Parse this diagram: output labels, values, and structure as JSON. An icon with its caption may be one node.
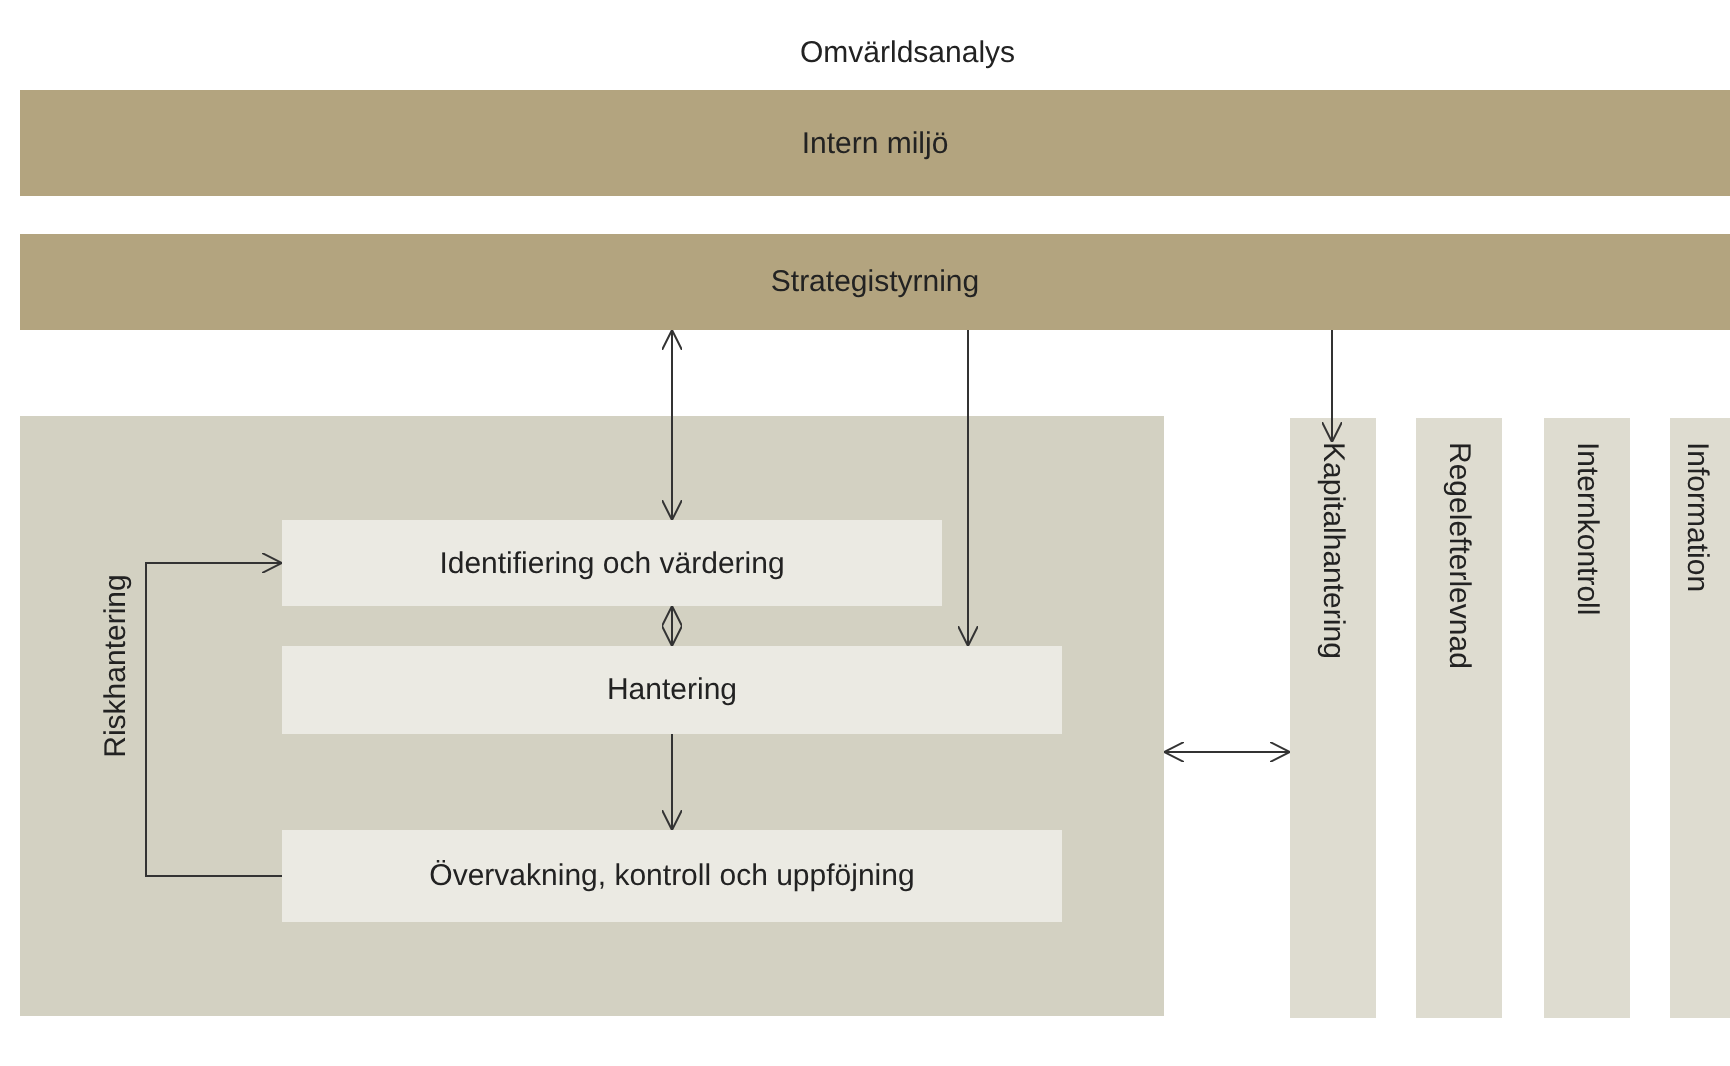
{
  "diagram": {
    "title": "Omvärldsanalys",
    "nodes": [
      {
        "text": [
          "Intern miljö"
        ]
      },
      {
        "text": [
          "Strategistyrning"
        ]
      },
      {
        "text": [
          "Riskhantering"
        ]
      },
      {
        "text": [
          "Identifiering och värdering"
        ],
        "in": 2
      },
      {
        "text": [
          "Hantering"
        ],
        "in": 2
      },
      {
        "text": [
          "Övervakning, kontroll och uppföjning"
        ],
        "in": 2
      },
      {
        "text": [
          "Kapitalhantering"
        ]
      },
      {
        "text": [
          "Regelefterlevnad"
        ]
      },
      {
        "text": [
          "Internkontroll"
        ]
      },
      {
        "text": [
          "Information"
        ]
      }
    ],
    "edges": [
      {
        "from": 1,
        "to": 3,
        "arrow": "both"
      },
      {
        "from": 1,
        "to": 4,
        "arrow": "to"
      },
      {
        "from": 1,
        "to": 6,
        "arrow": "to"
      },
      {
        "from": 3,
        "to": 4,
        "arrow": "both"
      },
      {
        "from": 4,
        "to": 5,
        "arrow": "to"
      },
      {
        "from": 5,
        "to": 3,
        "arrow": "to"
      },
      {
        "from": 2,
        "to": 6,
        "arrow": "both"
      }
    ]
  }
}
